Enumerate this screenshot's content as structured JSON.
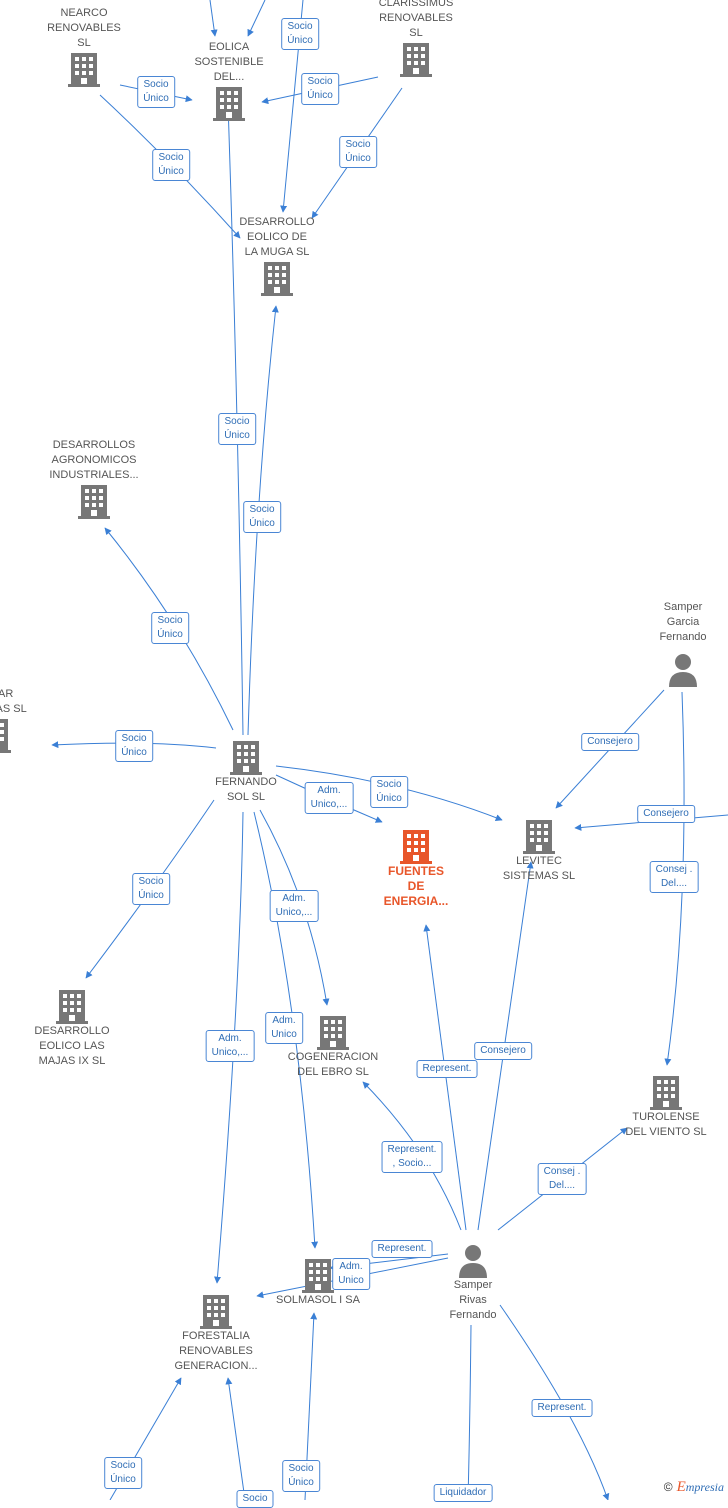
{
  "colors": {
    "edge": "#3a7fd5",
    "building": "#777777",
    "main": "#e8562a",
    "person": "#777777"
  },
  "nodes": [
    {
      "id": "nearco",
      "kind": "company",
      "lines": [
        "NEARCO",
        "RENOVABLES",
        "SL"
      ]
    },
    {
      "id": "eolica",
      "kind": "company",
      "lines": [
        "EOLICA",
        "SOSTENIBLE",
        "DEL..."
      ]
    },
    {
      "id": "clarissimus",
      "kind": "company",
      "lines": [
        "CLARISSIMUS",
        "RENOVABLES",
        "SL"
      ]
    },
    {
      "id": "muga",
      "kind": "company",
      "lines": [
        "DESARROLLO",
        "EOLICO DE",
        "LA MUGA SL"
      ]
    },
    {
      "id": "agronomicos",
      "kind": "company",
      "lines": [
        "DESARROLLOS",
        "AGRONOMICOS",
        "INDUSTRIALES..."
      ]
    },
    {
      "id": "oalar",
      "kind": "company",
      "lines": [
        "OALAR",
        "RGIAS SL"
      ]
    },
    {
      "id": "fernando",
      "kind": "company",
      "lines": [
        "FERNANDO",
        "SOL SL"
      ]
    },
    {
      "id": "fuentes",
      "kind": "main",
      "lines": [
        "FUENTES",
        "DE",
        "ENERGIA..."
      ]
    },
    {
      "id": "levitec",
      "kind": "company",
      "lines": [
        "LEVITEC",
        "SISTEMAS SL"
      ]
    },
    {
      "id": "samper_garcia",
      "kind": "person",
      "lines": [
        "Samper",
        "Garcia",
        "Fernando"
      ]
    },
    {
      "id": "majas",
      "kind": "company",
      "lines": [
        "DESARROLLO",
        "EOLICO LAS",
        "MAJAS IX SL"
      ]
    },
    {
      "id": "cogeneracion",
      "kind": "company",
      "lines": [
        "COGENERACION",
        "DEL EBRO SL"
      ]
    },
    {
      "id": "turolense",
      "kind": "company",
      "lines": [
        "TUROLENSE",
        "DEL VIENTO SL"
      ]
    },
    {
      "id": "solmasol",
      "kind": "company",
      "lines": [
        "SOLMASOL I SA"
      ]
    },
    {
      "id": "samper_rivas",
      "kind": "person",
      "lines": [
        "Samper",
        "Rivas",
        "Fernando"
      ]
    },
    {
      "id": "forestalia",
      "kind": "company",
      "lines": [
        "FORESTALIA",
        "RENOVABLES",
        "GENERACION..."
      ]
    }
  ],
  "tags": [
    {
      "lines": [
        "Socio",
        "Único"
      ]
    },
    {
      "lines": [
        "Socio",
        "Único"
      ]
    },
    {
      "lines": [
        "Socio",
        "Único"
      ]
    },
    {
      "lines": [
        "Socio",
        "Único"
      ]
    },
    {
      "lines": [
        "Socio",
        "Único"
      ]
    },
    {
      "lines": [
        "Socio",
        "Único"
      ]
    },
    {
      "lines": [
        "Socio",
        "Único"
      ]
    },
    {
      "lines": [
        "Socio",
        "Único"
      ]
    },
    {
      "lines": [
        "Socio",
        "Único"
      ]
    },
    {
      "lines": [
        "Socio",
        "Único"
      ]
    },
    {
      "lines": [
        "Adm.",
        "Unico,..."
      ]
    },
    {
      "lines": [
        "Consejero"
      ]
    },
    {
      "lines": [
        "Consejero"
      ]
    },
    {
      "lines": [
        "Consej .",
        "Del...."
      ]
    },
    {
      "lines": [
        "Socio",
        "Único"
      ]
    },
    {
      "lines": [
        "Adm.",
        "Unico,..."
      ]
    },
    {
      "lines": [
        "Adm.",
        "Unico,..."
      ]
    },
    {
      "lines": [
        "Adm.",
        "Unico"
      ]
    },
    {
      "lines": [
        "Represent."
      ]
    },
    {
      "lines": [
        "Consejero"
      ]
    },
    {
      "lines": [
        "Represent.",
        ", Socio..."
      ]
    },
    {
      "lines": [
        "Consej .",
        "Del...."
      ]
    },
    {
      "lines": [
        "Represent."
      ]
    },
    {
      "lines": [
        "Adm.",
        "Unico"
      ]
    },
    {
      "lines": [
        "Represent."
      ]
    },
    {
      "lines": [
        "Socio",
        "Único"
      ]
    },
    {
      "lines": [
        "Socio",
        "Único"
      ]
    },
    {
      "lines": [
        "Liquidador"
      ]
    },
    {
      "lines": [
        "Socio"
      ]
    }
  ],
  "brand": {
    "copyright": "©",
    "first": "E",
    "rest": "mpresia"
  }
}
